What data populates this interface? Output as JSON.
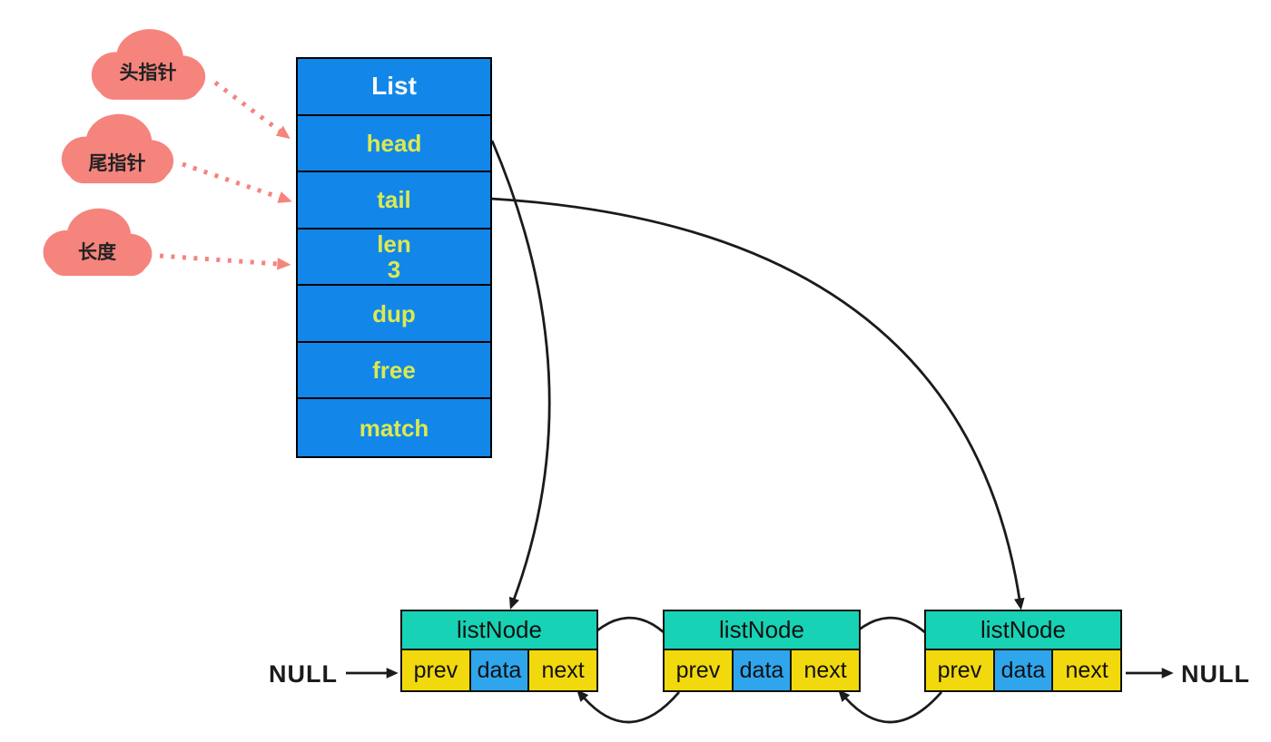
{
  "colors": {
    "list_blue": "#1287E9",
    "node_teal": "#17D2B4",
    "cell_yellow": "#F2D90D",
    "cell_data_blue": "#2FA5EC",
    "cloud_salmon": "#F5847D",
    "label_yellow": "#DDE94F",
    "title_white": "#F5F9FC",
    "edge_black": "#1b1b1b"
  },
  "clouds": [
    {
      "label": "头指针"
    },
    {
      "label": "尾指针"
    },
    {
      "label": "长度"
    }
  ],
  "list": {
    "title": "List",
    "rows": [
      {
        "label": "head"
      },
      {
        "label": "tail"
      },
      {
        "label": "len",
        "value": "3"
      },
      {
        "label": "dup"
      },
      {
        "label": "free"
      },
      {
        "label": "match"
      }
    ]
  },
  "nodes": [
    {
      "title": "listNode",
      "cells": [
        "prev",
        "data",
        "next"
      ]
    },
    {
      "title": "listNode",
      "cells": [
        "prev",
        "data",
        "next"
      ]
    },
    {
      "title": "listNode",
      "cells": [
        "prev",
        "data",
        "next"
      ]
    }
  ],
  "null_labels": {
    "left": "NULL",
    "right": "NULL"
  }
}
